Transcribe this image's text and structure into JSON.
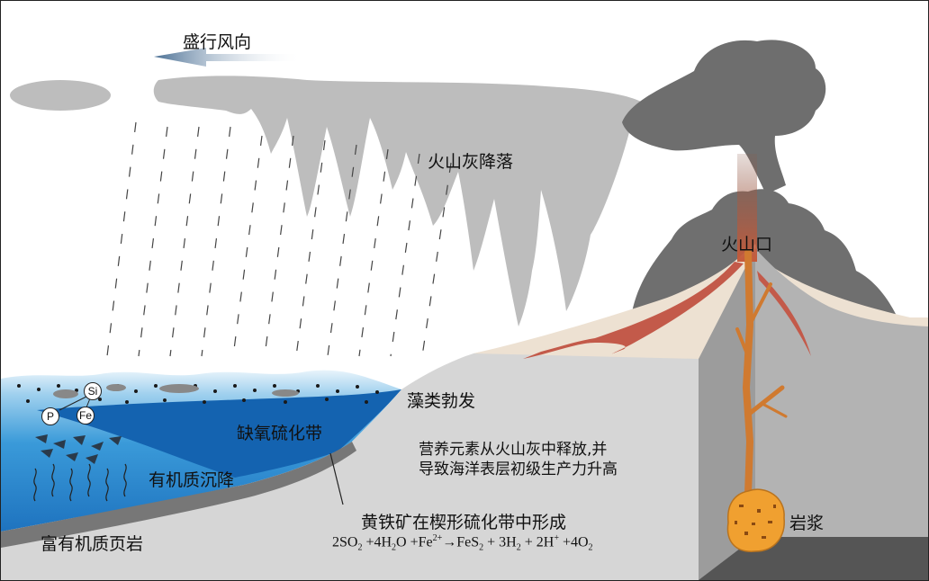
{
  "labels": {
    "wind": "盛行风向",
    "ash_fall": "火山灰降落",
    "crater": "火山口",
    "algae": "藻类勃发",
    "anoxic_zone": "缺氧硫化带",
    "nutrients_line1": "营养元素从火山灰中释放,并",
    "nutrients_line2": "导致海洋表层初级生产力升高",
    "organic_settling": "有机质沉降",
    "pyrite": "黄铁矿在楔形硫化带中形成",
    "shale": "富有机质页岩",
    "magma": "岩浆"
  },
  "elements": {
    "si": "Si",
    "p": "P",
    "fe": "Fe"
  },
  "equation": {
    "t1": "2SO",
    "s1": "2",
    "t2": " +4H",
    "s2": "2",
    "t3": "O +Fe",
    "p1": "2+",
    "t4": "→FeS",
    "s3": "2",
    "t5": " + 3H",
    "s4": "2",
    "t6": " + 2H",
    "p2": "+",
    "t7": " +4O",
    "s5": "2"
  },
  "colors": {
    "ash_cloud": "#bdbdbd",
    "eruption_plume": "#6e6e6e",
    "sea_surface": "#3a9ad9",
    "anoxic_zone": "#1463b0",
    "land": "#d6d6d6",
    "magma": "#f0a030",
    "lava_flow": "#c35a4a"
  }
}
